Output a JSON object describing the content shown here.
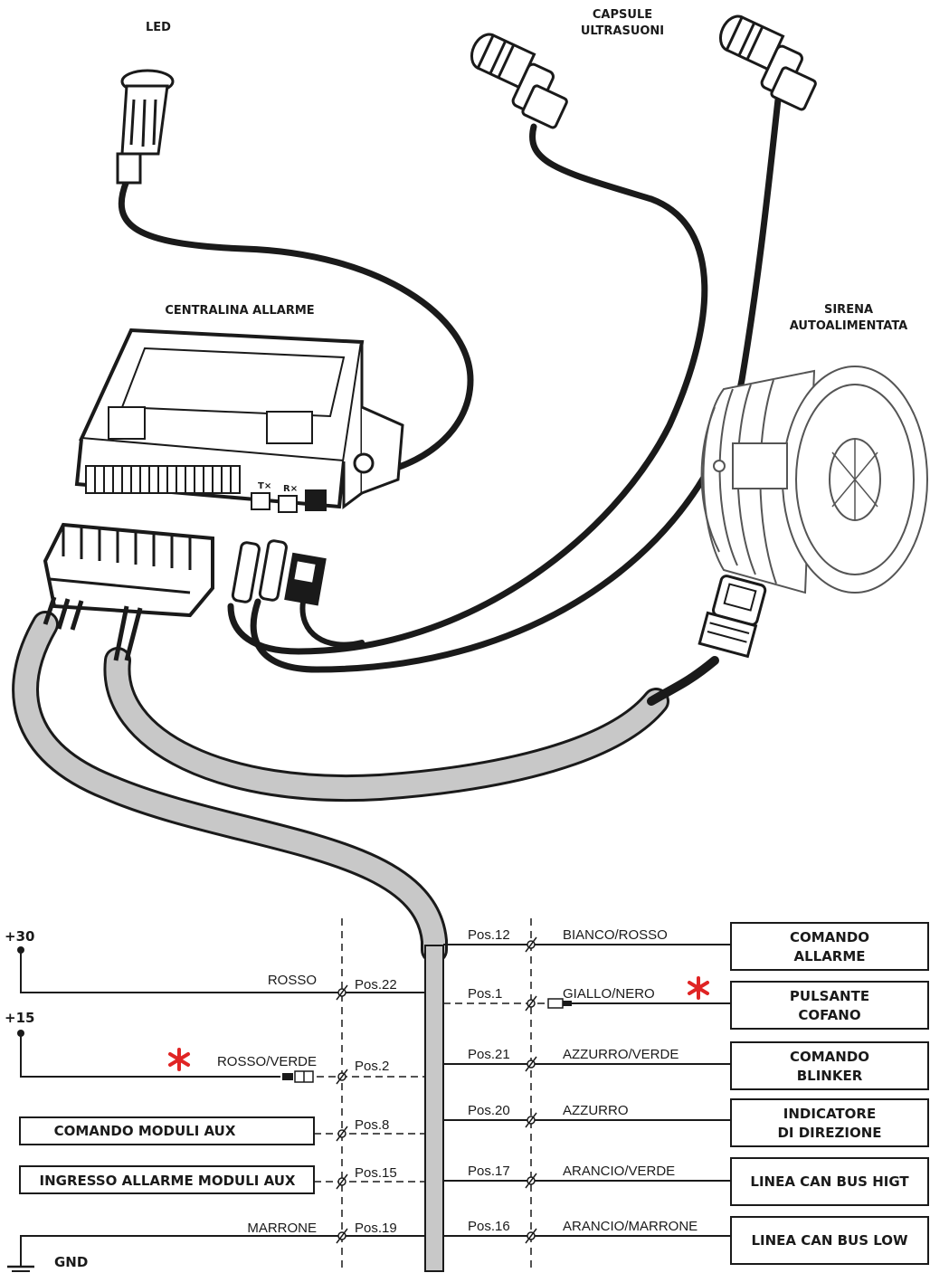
{
  "components": {
    "led": "LED",
    "capsule_line1": "CAPSULE",
    "capsule_line2": "ULTRASUONI",
    "ecu": "CENTRALINA ALLARME",
    "siren_line1": "SIRENA",
    "siren_line2": "AUTOALIMENTATA",
    "ecu_tx": "T×",
    "ecu_rx": "R×"
  },
  "left_side": {
    "plus30": "+30",
    "plus15": "+15",
    "gnd": "GND",
    "rosso": {
      "wire": "ROSSO",
      "pos": "Pos.22"
    },
    "rosso_verde": {
      "wire": "ROSSO/VERDE",
      "pos": "Pos.2",
      "marked": true
    },
    "aux_cmd": {
      "box": "COMANDO MODULI AUX",
      "pos": "Pos.8"
    },
    "aux_in": {
      "box": "INGRESSO ALLARME MODULI AUX",
      "pos": "Pos.15"
    },
    "marrone": {
      "wire": "MARRONE",
      "pos": "Pos.19"
    }
  },
  "right_side": [
    {
      "pos": "Pos.12",
      "wire": "BIANCO/ROSSO",
      "box1": "COMANDO",
      "box2": "ALLARME",
      "marked": false
    },
    {
      "pos": "Pos.1",
      "wire": "GIALLO/NERO",
      "box1": "PULSANTE",
      "box2": "COFANO",
      "marked": true
    },
    {
      "pos": "Pos.21",
      "wire": "AZZURRO/VERDE",
      "box1": "COMANDO",
      "box2": "BLINKER",
      "marked": false
    },
    {
      "pos": "Pos.20",
      "wire": "AZZURRO",
      "box1": "INDICATORE",
      "box2": "DI DIREZIONE",
      "marked": false
    },
    {
      "pos": "Pos.17",
      "wire": "ARANCIO/VERDE",
      "box1": "LINEA CAN BUS HIGT",
      "box2": "",
      "marked": false
    },
    {
      "pos": "Pos.16",
      "wire": "ARANCIO/MARRONE",
      "box1": "LINEA CAN BUS LOW",
      "box2": "",
      "marked": false
    }
  ],
  "colors": {
    "ink": "#1a1a1a",
    "harness": "#c8c8c8",
    "marker": "#e02424"
  }
}
